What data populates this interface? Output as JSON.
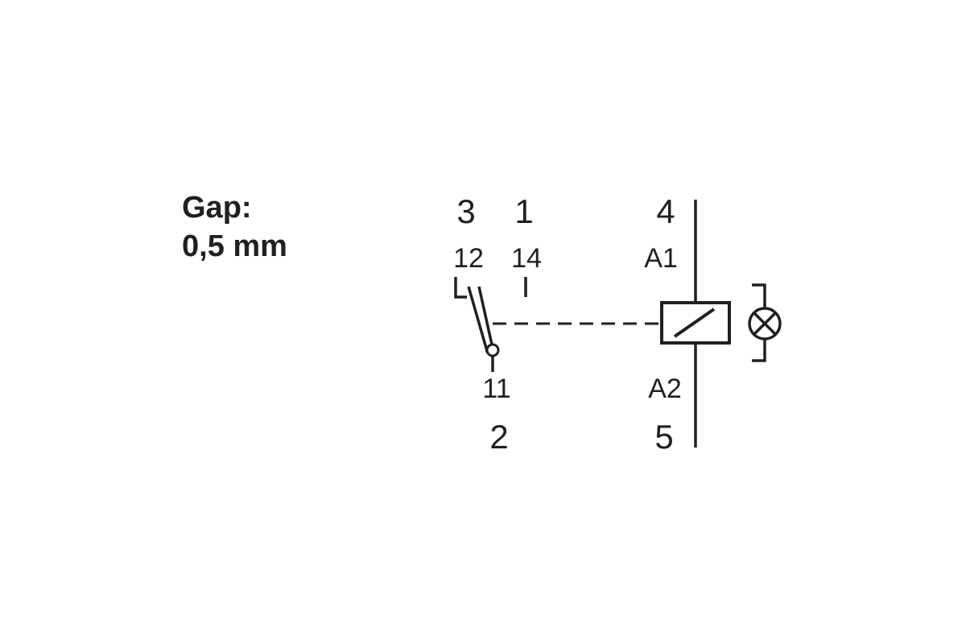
{
  "gap": {
    "line1": "Gap:",
    "line2": "0,5 mm"
  },
  "contact": {
    "pin_nc_top": "3",
    "pin_no_top": "1",
    "terminal_nc": "12",
    "terminal_no": "14",
    "terminal_common": "11",
    "pin_common_bottom": "2"
  },
  "coil": {
    "pin_top": "4",
    "terminal_top": "A1",
    "terminal_bottom": "A2",
    "pin_bottom": "5"
  },
  "colors": {
    "ink": "#231f20",
    "background": "#ffffff"
  }
}
